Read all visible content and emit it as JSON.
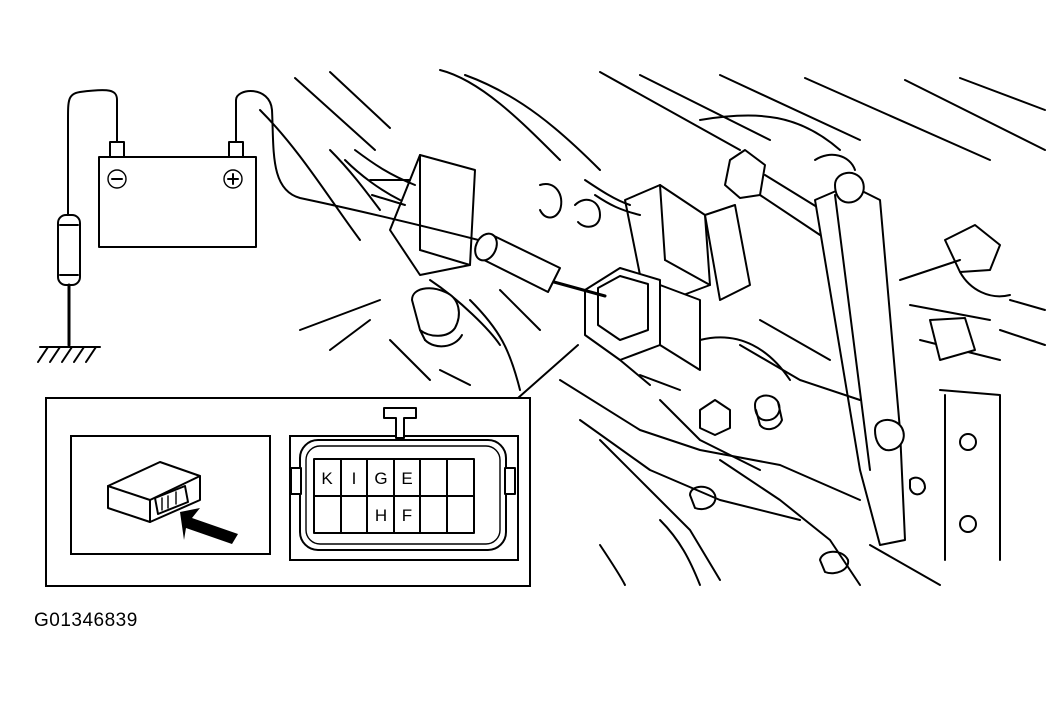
{
  "figure_id": "G01346839",
  "battery": {
    "negative_symbol": "⊖",
    "positive_symbol": "⊕"
  },
  "connector": {
    "top_row": [
      "K",
      "I",
      "G",
      "E",
      "",
      ""
    ],
    "bottom_row": [
      "",
      "",
      "H",
      "F",
      "",
      ""
    ]
  },
  "icons": [
    "battery-icon",
    "ground-symbol-icon",
    "arrow-icon",
    "probe-icon"
  ]
}
